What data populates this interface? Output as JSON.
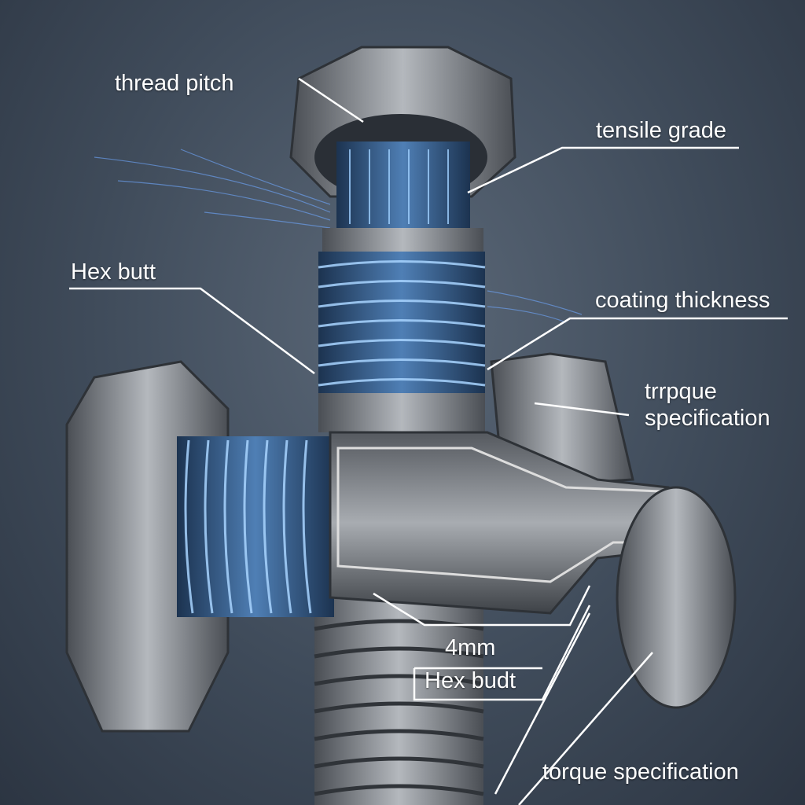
{
  "labels": {
    "thread_pitch": "thread pitch",
    "tensile_grade": "tensile grade",
    "hex_butt": "Hex butt",
    "coating_thickness": "coating thickness",
    "trrpque_line1": "trrpque",
    "trrpque_line2": "specification",
    "size": "4mm",
    "hex_budt": "Hex budt",
    "torque_specification": "torque specification"
  },
  "colors": {
    "background": "#465262",
    "metal": "#8a8e94",
    "glow": "#6fb4ff"
  }
}
